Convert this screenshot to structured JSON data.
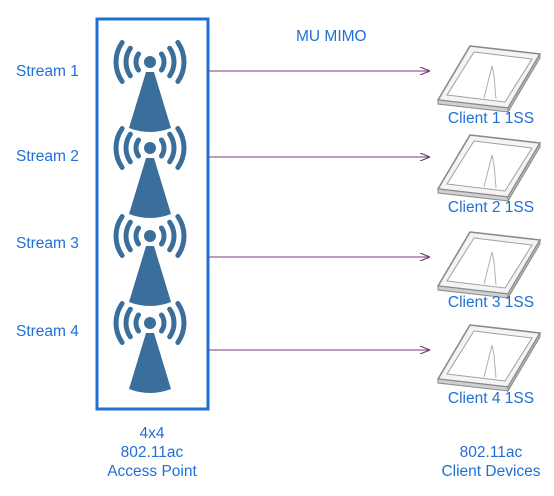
{
  "title": "MU MIMO",
  "streams": [
    {
      "label": "Stream 1",
      "client": "Client 1 1SS"
    },
    {
      "label": "Stream 2",
      "client": "Client 2 1SS"
    },
    {
      "label": "Stream 3",
      "client": "Client 3 1SS"
    },
    {
      "label": "Stream 4",
      "client": "Client 4 1SS"
    }
  ],
  "access_point": {
    "line1": "4x4",
    "line2": "802.11ac",
    "line3": "Access Point"
  },
  "client_devices": {
    "line1": "802.11ac",
    "line2": "Client Devices"
  },
  "colors": {
    "text": "#1f6fd6",
    "ap_border": "#1f6fd6",
    "antenna": "#3a6f9b",
    "arrow": "#7a3a7a",
    "device": "#8a8a8a"
  },
  "icons": {
    "antenna": "wifi-antenna-icon",
    "client": "tablet-icon"
  }
}
